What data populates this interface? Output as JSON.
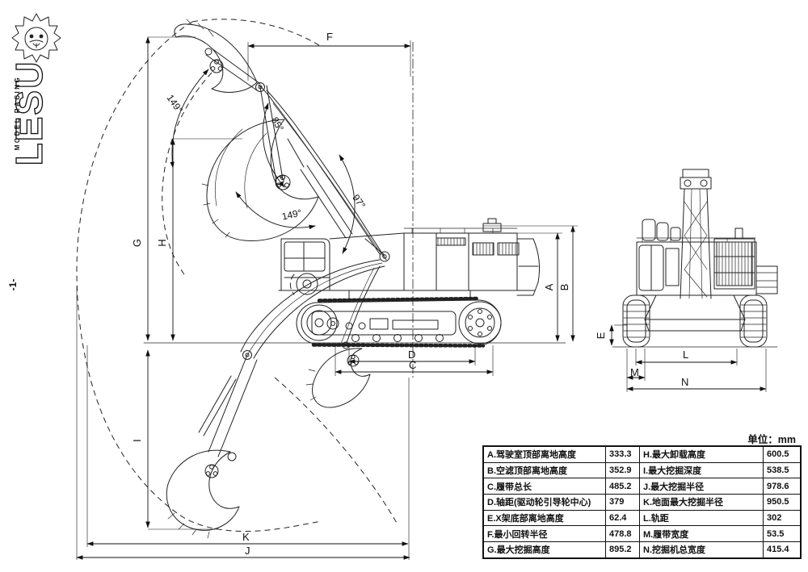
{
  "logo": {
    "brand": "LESU",
    "tagline": "MODEL RACING"
  },
  "page_marker": "-1-",
  "units_label": "单位：mm",
  "dims": {
    "F": "F",
    "G": "G",
    "H": "H",
    "A": "A",
    "B": "B",
    "C": "C",
    "D": "D",
    "E": "E",
    "I": "I",
    "J": "J",
    "K": "K",
    "L": "L",
    "M": "M",
    "N": "N"
  },
  "angles": {
    "a1": "149°",
    "a2": "85°",
    "a3": "149°",
    "a4": "97°"
  },
  "table": {
    "rows": [
      {
        "l1": "A.驾驶室顶部离地高度",
        "v1": "333.3",
        "l2": "H.最大卸载高度",
        "v2": "600.5"
      },
      {
        "l1": "B.空滤顶部离地高度",
        "v1": "352.9",
        "l2": "I.最大挖掘深度",
        "v2": "538.5"
      },
      {
        "l1": "C.履带总长",
        "v1": "485.2",
        "l2": "J.最大挖掘半径",
        "v2": "978.6"
      },
      {
        "l1": "D.轴距(驱动轮引导轮中心)",
        "v1": "379",
        "l2": "K.地面最大挖掘半径",
        "v2": "950.5"
      },
      {
        "l1": "E.X架底部离地高度",
        "v1": "62.4",
        "l2": "L.轨距",
        "v2": "302"
      },
      {
        "l1": "F.最小回转半径",
        "v1": "478.8",
        "l2": "M.履带宽度",
        "v2": "53.5"
      },
      {
        "l1": "G.最大挖掘高度",
        "v1": "895.2",
        "l2": "N.挖掘机总宽度",
        "v2": "415.4"
      }
    ]
  },
  "colors": {
    "line": "#1b1b1b",
    "background": "#ffffff"
  }
}
